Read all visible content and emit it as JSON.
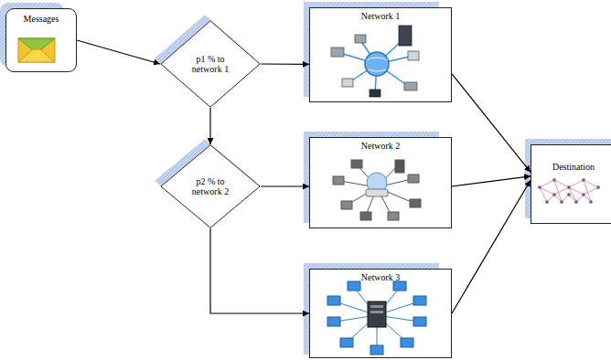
{
  "diagram": {
    "nodes": [
      {
        "text": [
          "Messages"
        ]
      },
      {
        "text": [
          "p1 % to network 1"
        ]
      },
      {
        "text": [
          "Network 1"
        ]
      },
      {
        "text": [
          "p2 % to network 2"
        ]
      },
      {
        "text": [
          "Network 2"
        ]
      },
      {
        "text": [
          "Network 3"
        ]
      },
      {
        "text": [
          "Destination"
        ]
      }
    ],
    "edges": [
      {
        "from": 0,
        "to": 1,
        "arrow": "to"
      },
      {
        "from": 1,
        "to": 2,
        "arrow": "to"
      },
      {
        "from": 1,
        "to": 3,
        "arrow": "to"
      },
      {
        "from": 3,
        "to": 4,
        "arrow": "to"
      },
      {
        "from": 3,
        "to": 5,
        "arrow": "to"
      },
      {
        "from": 2,
        "to": 6,
        "arrow": "to"
      },
      {
        "from": 4,
        "to": 6,
        "arrow": "to"
      },
      {
        "from": 5,
        "to": 6,
        "arrow": "to"
      }
    ]
  }
}
